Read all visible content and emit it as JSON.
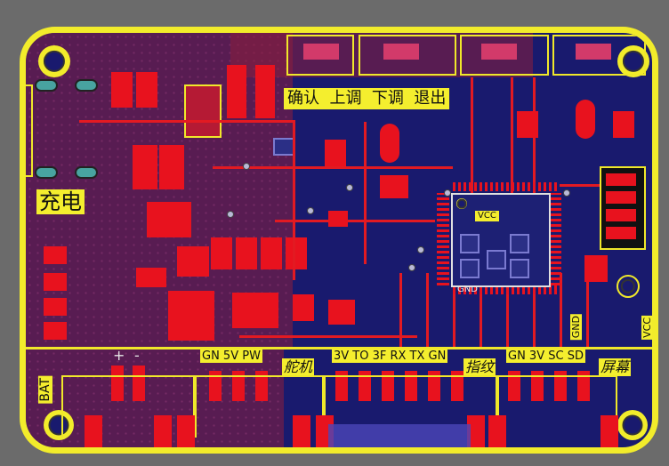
{
  "board": {
    "charge_label": "充电",
    "button_labels": "确认  上调  下调  退出",
    "bat_label": "BAT",
    "plus_label": "+",
    "minus_label": "-",
    "servo_pins": "GN 5V PW",
    "servo_label": "舵机",
    "finger_pins": "3V TO 3F RX TX GN",
    "finger_label": "指纹",
    "screen_pins": "GN 3V SC SD",
    "screen_label": "屏幕",
    "vcc_chip_label": "VCC",
    "gnd_chip_label": "GND",
    "gnd_side_label": "GND",
    "vcc_side_label": "VCC"
  },
  "colors": {
    "board_bg": "#191a6e",
    "outline": "#f2ec2b",
    "copper": "#e8121e",
    "canvas": "#6b6b6b"
  }
}
